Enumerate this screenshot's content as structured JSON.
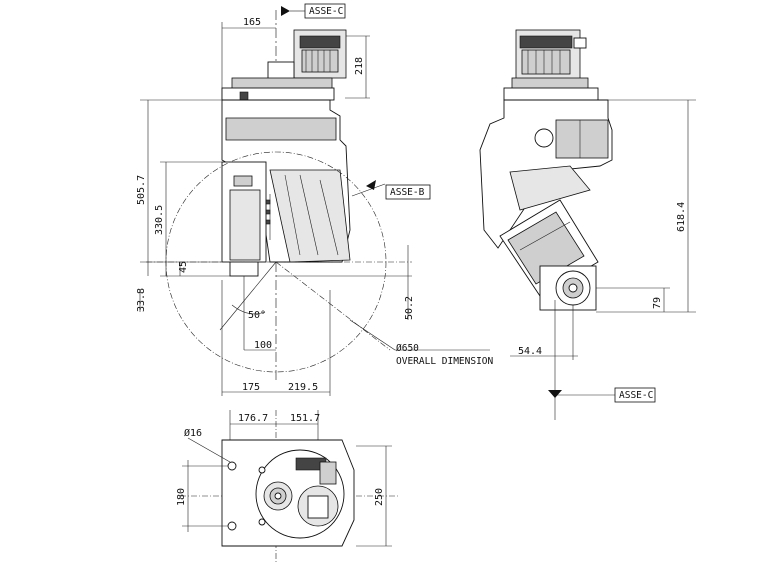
{
  "sections": {
    "top": "ASSE-C",
    "mid": "ASSE-B",
    "right": "ASSE-C"
  },
  "front_view": {
    "dim_165": "165",
    "dim_218": "218",
    "dim_505_7": "505.7",
    "dim_330_5": "330.5",
    "dim_45": "45",
    "dim_33_8": "33.8",
    "dim_50deg": "50°",
    "dim_100": "100",
    "dim_50_2": "50.2",
    "dim_175": "175",
    "dim_219_5": "219.5",
    "dia_650": "Ø650",
    "overall": "OVERALL DIMENSION"
  },
  "side_view": {
    "dim_618_4": "618.4",
    "dim_79": "79",
    "dim_54_4": "54.4"
  },
  "bottom_view": {
    "dim_176_7": "176.7",
    "dim_151_7": "151.7",
    "dia_16": "Ø16",
    "dim_180": "180",
    "dim_250": "250"
  }
}
